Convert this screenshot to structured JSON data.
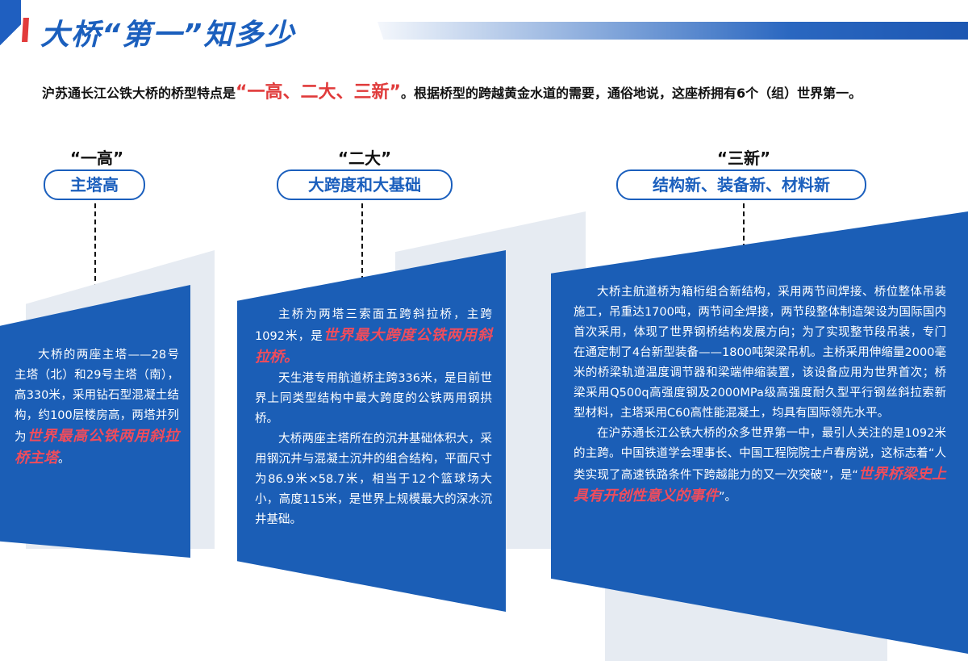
{
  "header": {
    "title": "大桥“第一”知多少"
  },
  "intro": {
    "before": "沪苏通长江公铁大桥的桥型特点是",
    "highlight": "“一高、二大、三新”",
    "after": "。根据桥型的跨越黄金水道的需要，通俗地说，这座桥拥有6个（组）世界第一。"
  },
  "sections": [
    {
      "label": "“一高”",
      "pill": "主塔高",
      "p1_a": "大桥的两座主塔——28号主塔（北）和29号主塔（南），高330米，采用钻石型混凝土结构，约100层楼房高，两塔并列为",
      "p1_em": "世界最高公铁两用斜拉桥主塔",
      "p1_b": "。"
    },
    {
      "label": "“二大”",
      "pill": "大跨度和大基础",
      "p1_a": "主桥为两塔三索面五跨斜拉桥，主跨1092米，是",
      "p1_em": "世界最大跨度公铁两用斜拉桥。",
      "p2": "天生港专用航道桥主跨336米，是目前世界上同类型结构中最大跨度的公铁两用钢拱桥。",
      "p3": "大桥两座主塔所在的沉井基础体积大，采用钢沉井与混凝土沉井的组合结构，平面尺寸为86.9米×58.7米，相当于12个篮球场大小，高度115米，是世界上规模最大的深水沉井基础。"
    },
    {
      "label": "“三新”",
      "pill": "结构新、装备新、材料新",
      "p1": "大桥主航道桥为箱桁组合新结构，采用两节间焊接、桥位整体吊装施工，吊重达1700吨，两节间全焊接，两节段整体制造架设为国际国内首次采用，体现了世界钢桥结构发展方向；为了实现整节段吊装，专门在通定制了4台新型装备——1800吨架梁吊机。主桥采用伸缩量2000毫米的桥梁轨道温度调节器和梁端伸缩装置，该设备应用为世界首次；桥梁采用Q500q高强度钢及2000MPa级高强度耐久型平行钢丝斜拉索新型材料，主塔采用C60高性能混凝土，均具有国际领先水平。",
      "p2_a": "在沪苏通长江公铁大桥的众多世界第一中，最引人关注的是1092米的主跨。中国铁道学会理事长、中国工程院院士卢春房说，这标志着“人类实现了高速铁路条件下跨越能力的又一次突破”，是“",
      "p2_em": "世界桥梁史上具有开创性意义的事件",
      "p2_b": "”。"
    }
  ]
}
